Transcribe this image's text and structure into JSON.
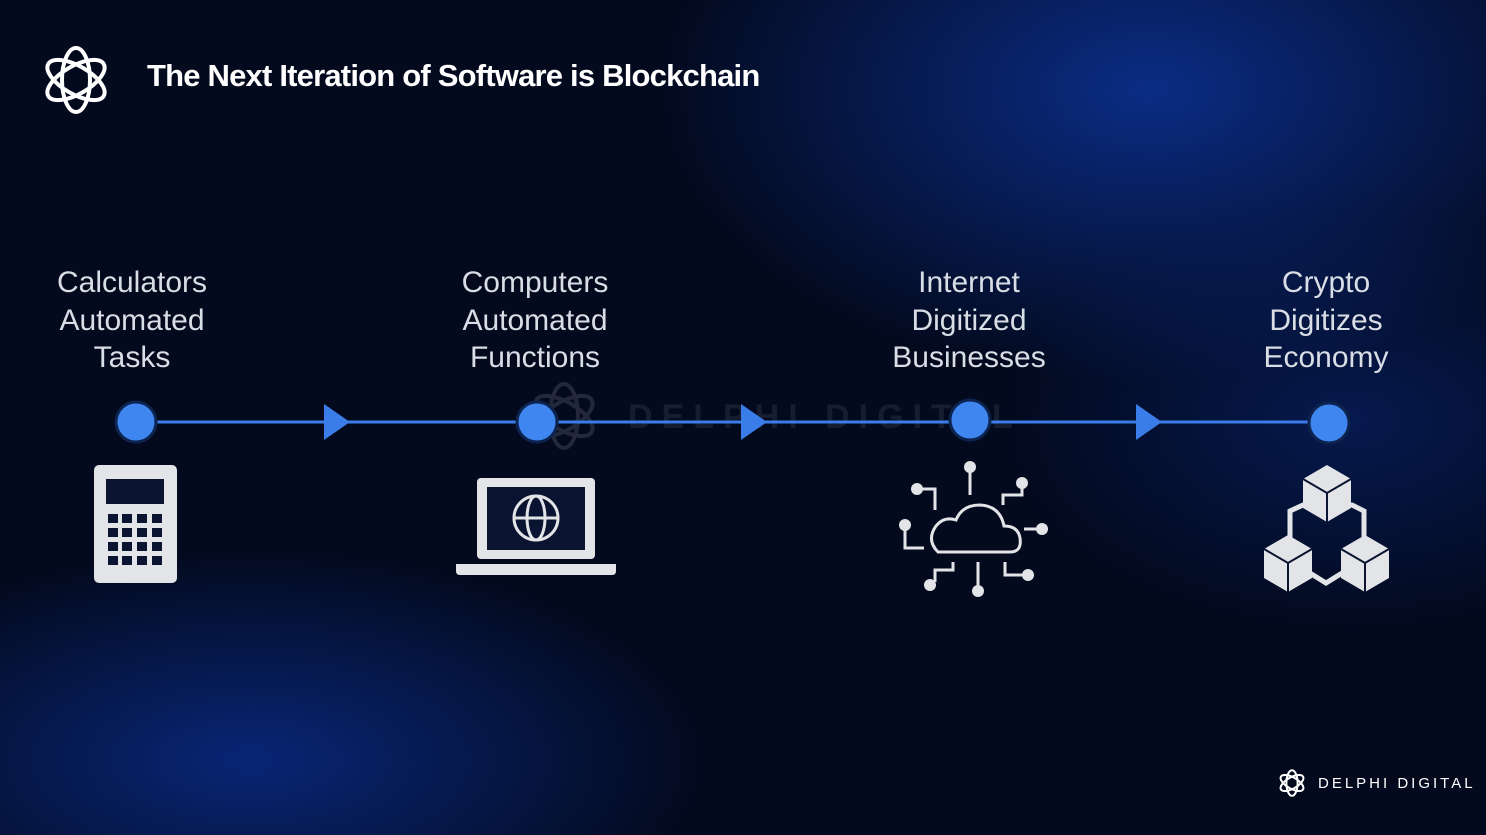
{
  "title": "The Next Iteration of Software is Blockchain",
  "colors": {
    "line": "#3b7de8",
    "node": "#3f86f0",
    "icon": "#e3e4e8",
    "background": "#030a1e"
  },
  "stages": [
    {
      "label": "Calculators\nAutomated\nTasks",
      "icon": "calculator-icon"
    },
    {
      "label": "Computers\nAutomated\nFunctions",
      "icon": "laptop-globe-icon"
    },
    {
      "label": "Internet\nDigitized\nBusinesses",
      "icon": "cloud-network-icon"
    },
    {
      "label": "Crypto\nDigitizes\nEconomy",
      "icon": "blockchain-cubes-icon"
    }
  ],
  "watermark": "DELPHI DIGITAL",
  "brand": "DELPHI DIGITAL"
}
